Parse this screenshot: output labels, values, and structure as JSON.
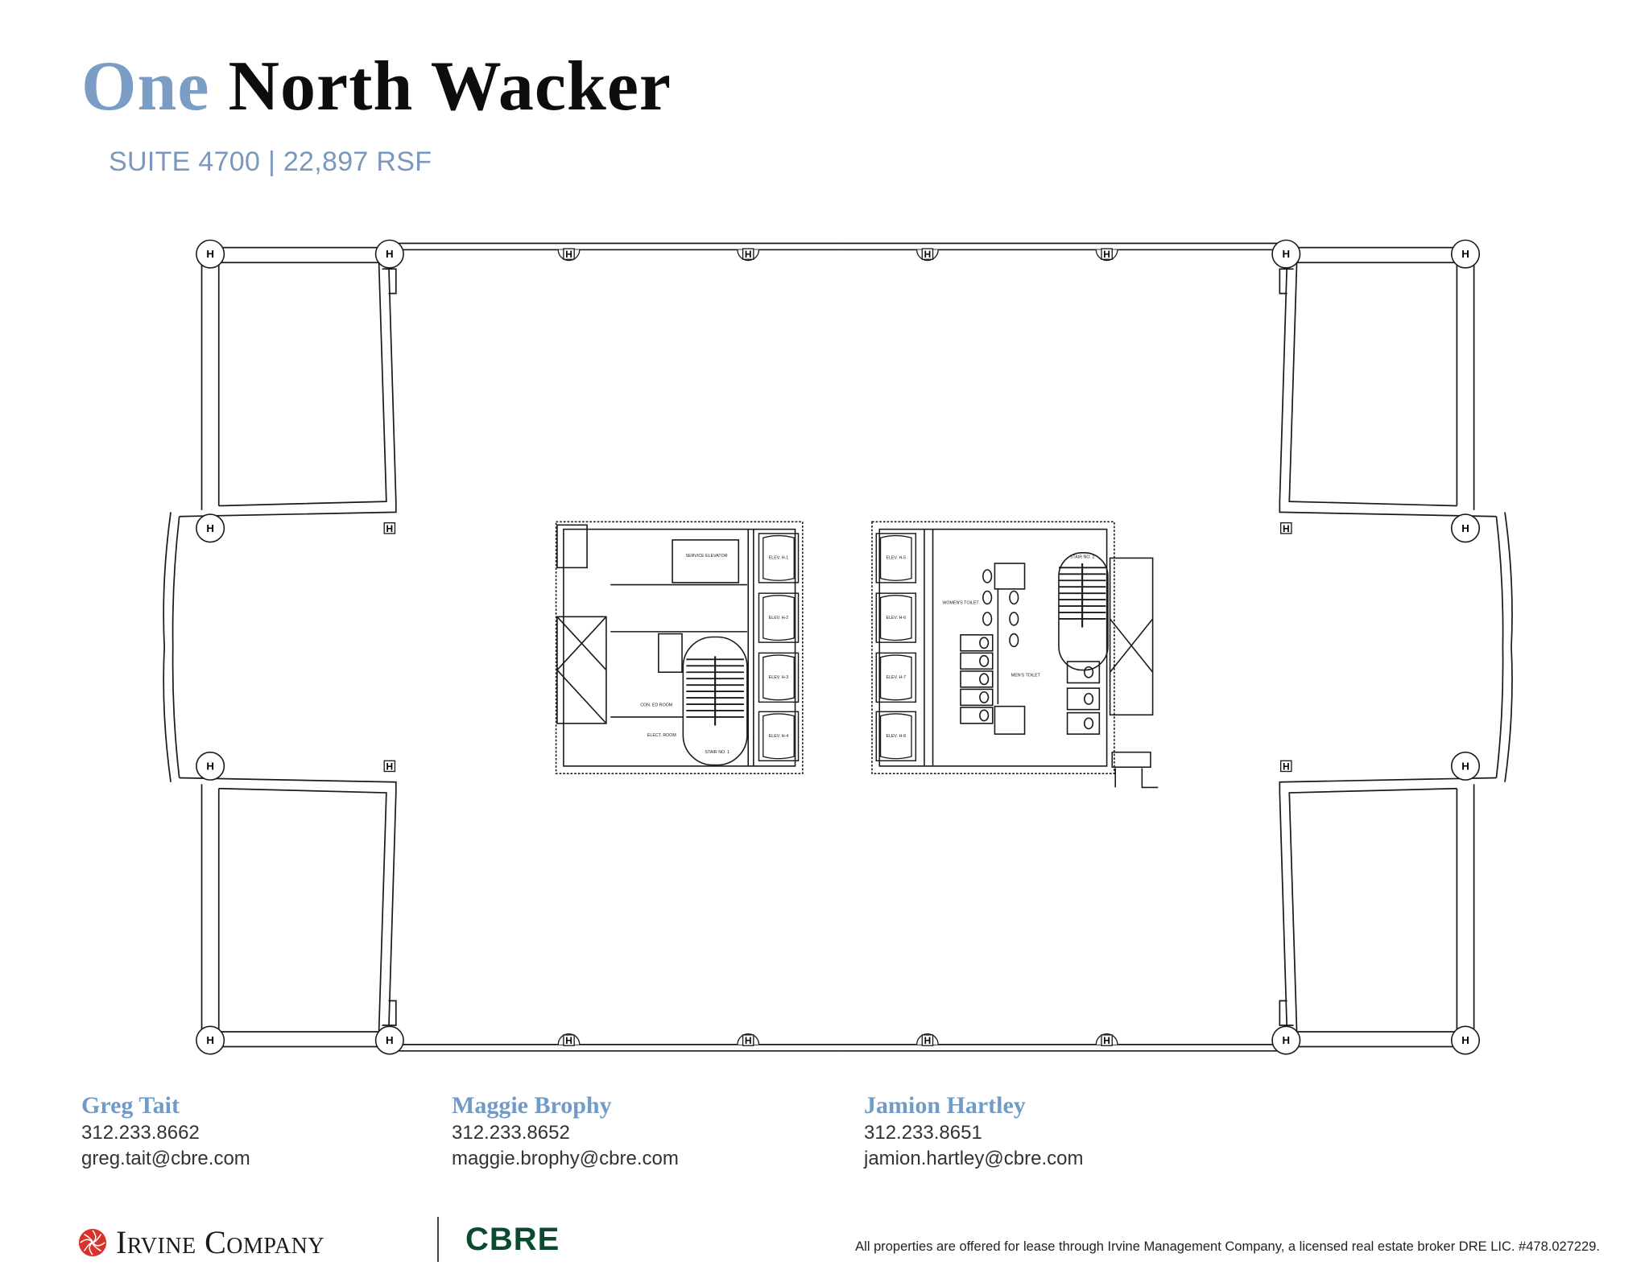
{
  "header": {
    "title_accent": "One",
    "title_main": "North Wacker",
    "subtitle": "SUITE 4700 | 22,897 RSF"
  },
  "floorplan": {
    "column_label": "H",
    "elevators": [
      "ELEV. H-1",
      "ELEV. H-2",
      "ELEV. H-3",
      "ELEV. H-4",
      "ELEV. H-5",
      "ELEV. H-6",
      "ELEV. H-7",
      "ELEV. H-8"
    ],
    "stair_1": "STAIR NO. 1",
    "stair_2": "STAIR NO. 2",
    "service_elevator": "SERVICE ELEVATOR",
    "womens_toilet": "WOMEN'S TOILET",
    "mens_toilet": "MEN'S TOILET",
    "elect_room": "ELECT. ROOM",
    "con_ed_room": "CON. ED ROOM",
    "line_color": "#1a1a1a"
  },
  "contacts": [
    {
      "name": "Greg Tait",
      "phone": "312.233.8662",
      "email": "greg.tait@cbre.com"
    },
    {
      "name": "Maggie Brophy",
      "phone": "312.233.8652",
      "email": "maggie.brophy@cbre.com"
    },
    {
      "name": "Jamion Hartley",
      "phone": "312.233.8651",
      "email": "jamion.hartley@cbre.com"
    }
  ],
  "footer": {
    "irvine_logo": "Irvine Company",
    "cbre_logo": "CBRE",
    "disclaimer": "All properties are offered for lease through Irvine Management Company, a licensed real estate broker DRE LIC. #478.027229.",
    "irvine_color": "#d8322b",
    "cbre_color": "#0c4a30"
  }
}
